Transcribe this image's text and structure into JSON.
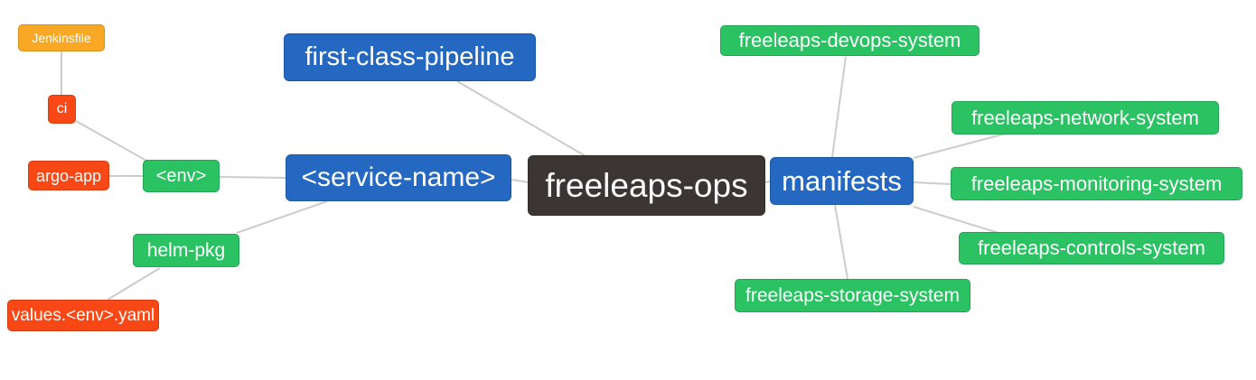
{
  "diagram": {
    "type": "mindmap",
    "root_label": "freeleaps-ops"
  },
  "palette": {
    "blue": "#2468C2",
    "green": "#2AC262",
    "orange": "#F9A825",
    "red": "#F94816",
    "dark": "#3B3633",
    "edge": "#CCCCCC",
    "text": "#FFFFFF"
  },
  "nodes": {
    "jenkinsfile": {
      "label": "Jenkinsfile",
      "color": "orange"
    },
    "ci": {
      "label": "ci",
      "color": "red"
    },
    "argo_app": {
      "label": "argo-app",
      "color": "red"
    },
    "env": {
      "label": "<env>",
      "color": "green"
    },
    "service_name": {
      "label": "<service-name>",
      "color": "blue"
    },
    "first_class_pipeline": {
      "label": "first-class-pipeline",
      "color": "blue"
    },
    "freeleaps_ops": {
      "label": "freeleaps-ops",
      "color": "dark"
    },
    "manifests": {
      "label": "manifests",
      "color": "blue"
    },
    "helm_pkg": {
      "label": "helm-pkg",
      "color": "green"
    },
    "values_env_yaml": {
      "label": "values.<env>.yaml",
      "color": "red"
    },
    "devops_system": {
      "label": "freeleaps-devops-system",
      "color": "green"
    },
    "network_system": {
      "label": "freeleaps-network-system",
      "color": "green"
    },
    "monitoring_system": {
      "label": "freeleaps-monitoring-system",
      "color": "green"
    },
    "controls_system": {
      "label": "freeleaps-controls-system",
      "color": "green"
    },
    "storage_system": {
      "label": "freeleaps-storage-system",
      "color": "green"
    }
  },
  "edges": [
    {
      "from": "jenkinsfile",
      "to": "ci"
    },
    {
      "from": "ci",
      "to": "env"
    },
    {
      "from": "argo_app",
      "to": "env"
    },
    {
      "from": "env",
      "to": "service_name"
    },
    {
      "from": "helm_pkg",
      "to": "service_name"
    },
    {
      "from": "values_env_yaml",
      "to": "helm_pkg"
    },
    {
      "from": "service_name",
      "to": "freeleaps_ops"
    },
    {
      "from": "first_class_pipeline",
      "to": "freeleaps_ops"
    },
    {
      "from": "freeleaps_ops",
      "to": "manifests"
    },
    {
      "from": "manifests",
      "to": "devops_system"
    },
    {
      "from": "manifests",
      "to": "network_system"
    },
    {
      "from": "manifests",
      "to": "monitoring_system"
    },
    {
      "from": "manifests",
      "to": "controls_system"
    },
    {
      "from": "manifests",
      "to": "storage_system"
    }
  ]
}
